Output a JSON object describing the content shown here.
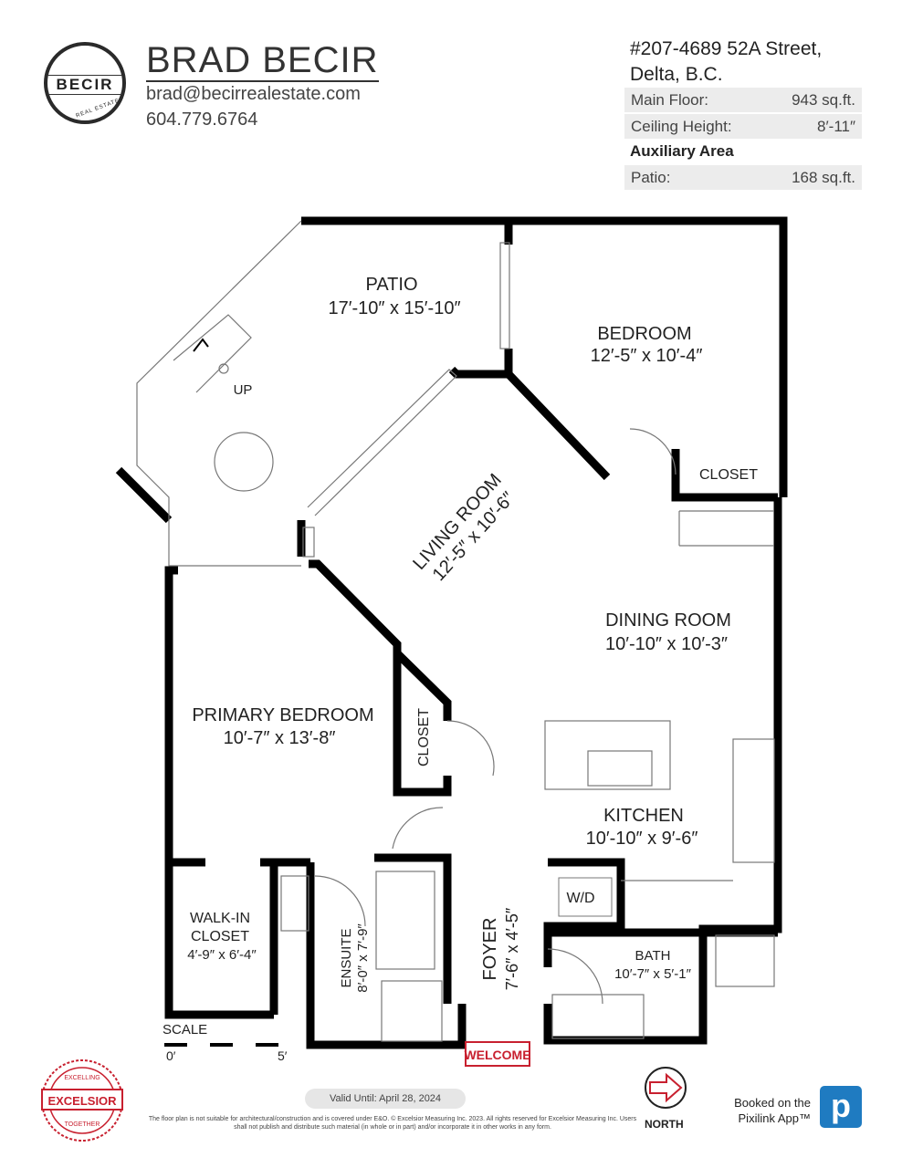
{
  "agent": {
    "logo_text": "BECIR",
    "logo_sub": "REAL ESTATE",
    "name": "BRAD BECIR",
    "email": "brad@becirrealestate.com",
    "phone": "604.779.6764"
  },
  "property": {
    "address_line1": "#207-4689 52A Street,",
    "address_line2": "Delta, B.C.",
    "main_floor_label": "Main Floor:",
    "main_floor_value": "943 sq.ft.",
    "ceiling_label": "Ceiling Height:",
    "ceiling_value": "8′-11″",
    "aux_heading": "Auxiliary Area",
    "patio_label": "Patio:",
    "patio_value": "168 sq.ft."
  },
  "rooms": {
    "patio": {
      "name": "PATIO",
      "dims": "17′-10″ x 15′-10″"
    },
    "up": "UP",
    "bedroom": {
      "name": "BEDROOM",
      "dims": "12′-5″  x  10′-4″"
    },
    "closet1": "CLOSET",
    "living": {
      "name": "LIVING ROOM",
      "dims": "12′-5″ x 10′-6″"
    },
    "dining": {
      "name": "DINING ROOM",
      "dims": "10′-10″ x  10′-3″"
    },
    "primary": {
      "name": "PRIMARY BEDROOM",
      "dims": "10′-7″  x  13′-8″"
    },
    "closet2": "CLOSET",
    "kitchen": {
      "name": "KITCHEN",
      "dims": "10′-10″ x  9′-6″"
    },
    "wd": "W/D",
    "walkin": {
      "name1": "WALK-IN",
      "name2": "CLOSET",
      "dims": "4′-9″  x  6′-4″"
    },
    "ensuite": {
      "name": "ENSUITE",
      "dims": "8′-0″  x  7′-9″"
    },
    "foyer": {
      "name": "FOYER",
      "dims": "7′-6″  x  4′-5″"
    },
    "bath": {
      "name": "BATH",
      "dims": "10′-7″  x  5′-1″"
    }
  },
  "scale": {
    "label": "SCALE",
    "min": "0′",
    "max": "5′"
  },
  "welcome": "WELCOME",
  "footer": {
    "valid": "Valid Until: April 28, 2024",
    "disclaimer": "The floor plan is not suitable for architectural/construction and is covered under E&O. © Excelsior Measuring Inc. 2023. All rights reserved for Excelsior Measuring Inc. Users shall not publish and distribute such material (in whole or in part) and/or incorporate it in other works in any form.",
    "excelsior": "EXCELSIOR",
    "excelsior_top": "EXCELLING",
    "excelsior_bottom": "TOGETHER",
    "north": "NORTH",
    "booked": "Booked on the Pixilink App™",
    "pixilink_icon": "p"
  },
  "colors": {
    "accent": "#c8202f",
    "pixilink": "#1f7bc1"
  }
}
